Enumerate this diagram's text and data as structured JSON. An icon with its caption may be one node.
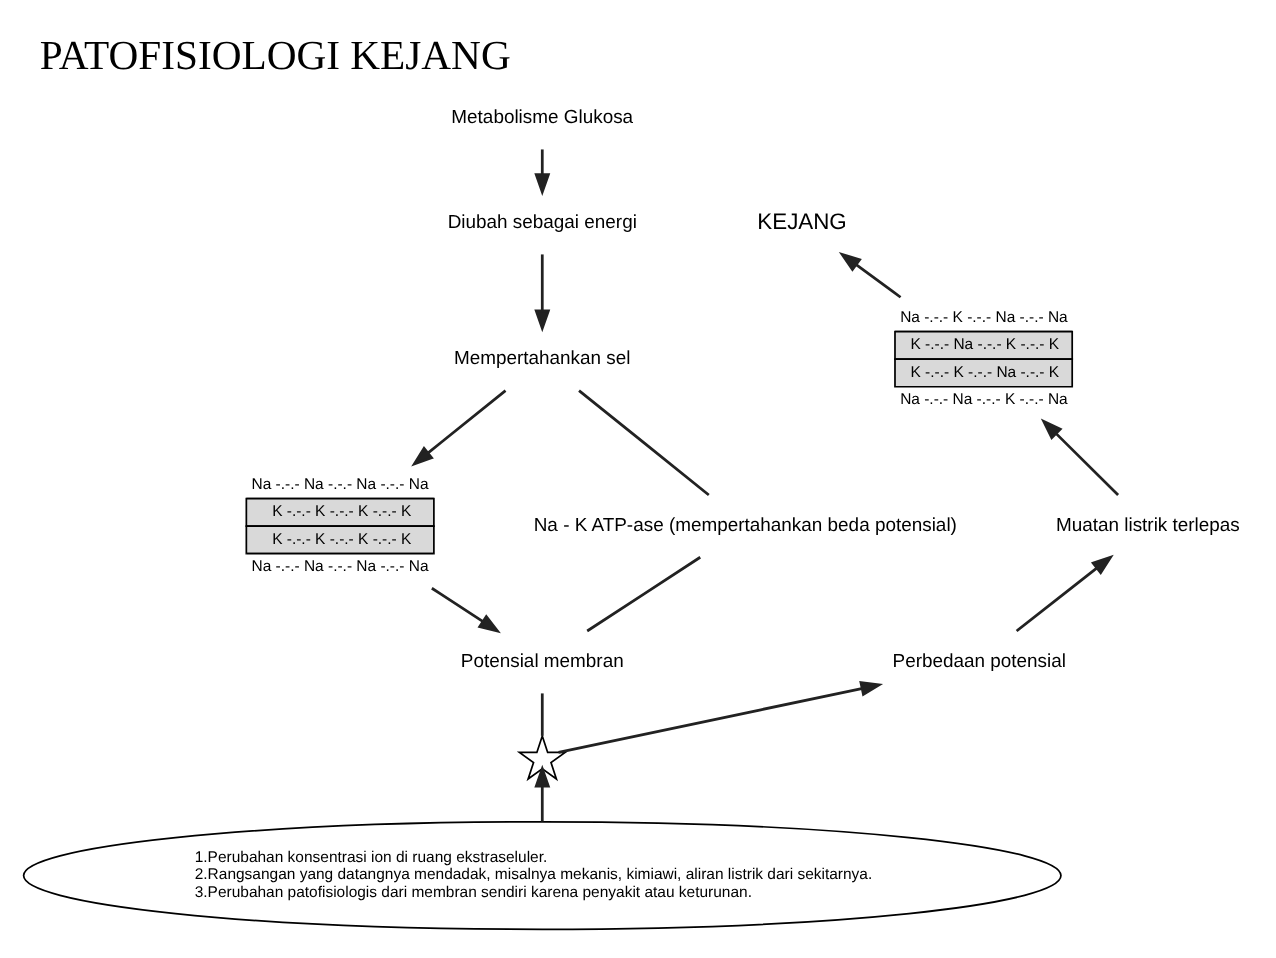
{
  "diagram": {
    "title": "PATOFISIOLOGI KEJANG",
    "nodes": [
      {
        "text": [
          "Metabolisme Glukosa"
        ]
      },
      {
        "text": [
          "Diubah sebagai energi"
        ]
      },
      {
        "text": [
          "Mempertahankan sel"
        ]
      },
      {
        "text": [
          "Na -.-.- Na -.-.- Na -.-.- Na",
          "K -.-.- K -.-.- K -.-.- K",
          "K -.-.- K -.-.- K -.-.- K",
          "Na -.-.- Na -.-.- Na -.-.- Na"
        ]
      },
      {
        "text": [
          "Potensial membran"
        ]
      },
      {
        "text": [
          "Na - K ATP-ase (mempertahankan beda potensial)"
        ]
      },
      {
        "text": [],
        "shape": "star"
      },
      {
        "text": [
          "Perbedaan potensial"
        ]
      },
      {
        "text": [
          "Muatan listrik terlepas"
        ]
      },
      {
        "text": [
          "Na -.-.- K -.-.- Na -.-.- Na",
          "K -.-.- Na -.-.- K -.-.- K",
          "K -.-.- K -.-.- Na -.-.- K",
          "Na -.-.- Na -.-.- K -.-.- Na"
        ]
      },
      {
        "text": [
          "KEJANG"
        ]
      },
      {
        "text": [
          "1.Perubahan konsentrasi ion di ruang ekstraseluler.",
          "2.Rangsangan yang datangnya mendadak, misalnya mekanis, kimiawi, aliran listrik dari sekitarnya.",
          "3.Perubahan patofisiologis dari membran sendiri karena penyakit atau keturunan."
        ]
      }
    ],
    "edges": [
      {
        "from": 0,
        "to": 1,
        "arrow": "to"
      },
      {
        "from": 1,
        "to": 2,
        "arrow": "to"
      },
      {
        "from": 2,
        "to": 3,
        "arrow": "to"
      },
      {
        "from": 3,
        "to": 4,
        "arrow": "to"
      },
      {
        "from": 2,
        "to": 5,
        "arrow": "none"
      },
      {
        "from": 5,
        "to": 4,
        "arrow": "none"
      },
      {
        "from": 4,
        "to": 6,
        "arrow": "none"
      },
      {
        "from": 11,
        "to": 6,
        "arrow": "to"
      },
      {
        "from": 6,
        "to": 7,
        "arrow": "to"
      },
      {
        "from": 7,
        "to": 8,
        "arrow": "to"
      },
      {
        "from": 8,
        "to": 9,
        "arrow": "to"
      },
      {
        "from": 9,
        "to": 10,
        "arrow": "to"
      }
    ]
  }
}
